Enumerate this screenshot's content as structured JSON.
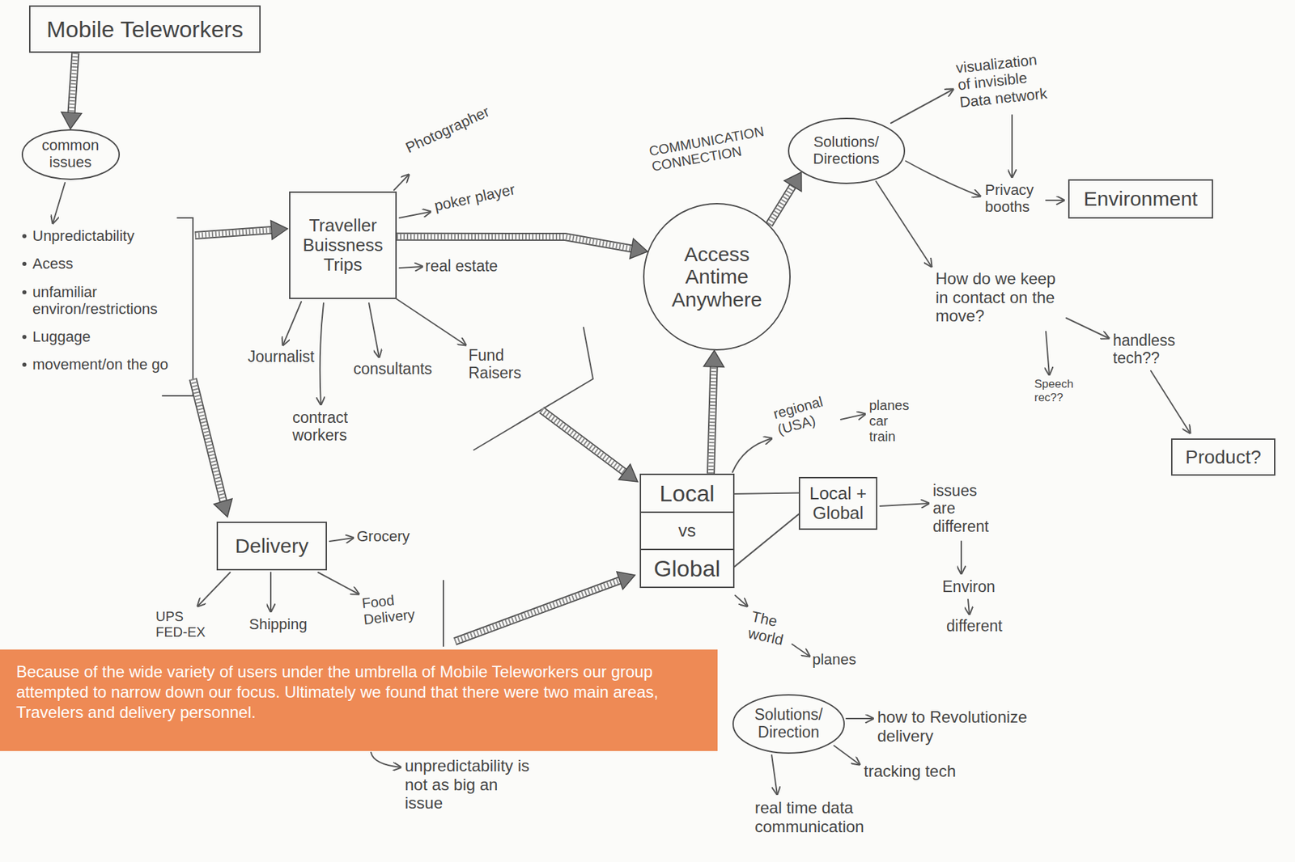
{
  "diagram": {
    "caption": "Because of the wide variety of users under the umbrella of Mobile Teleworkers our group attempted to narrow down our focus. Ultimately we found that there were two main areas, Travelers and delivery personnel.",
    "nodes": [
      {
        "text": [
          "Mobile Teleworkers"
        ]
      },
      {
        "text": [
          "common issues"
        ]
      },
      {
        "text": [
          "Traveller Buissness Trips"
        ]
      },
      {
        "text": [
          "Access Antime Anywhere"
        ]
      },
      {
        "text": [
          "Solutions/ Directions"
        ]
      },
      {
        "text": [
          "Environment"
        ]
      },
      {
        "text": [
          "Delivery"
        ]
      },
      {
        "text": [
          "vs"
        ]
      },
      {
        "text": [
          "Local"
        ],
        "in": 7
      },
      {
        "text": [
          "Global"
        ],
        "in": 7
      },
      {
        "text": [
          "Local + Global"
        ]
      },
      {
        "text": [
          "Product?"
        ]
      },
      {
        "text": [
          "Solutions/ Direction"
        ]
      }
    ],
    "edges": [
      {
        "from": 0,
        "to": 1,
        "arrow": "to"
      },
      {
        "from": 2,
        "to": 3,
        "arrow": "to"
      },
      {
        "from": 7,
        "to": 3,
        "arrow": "to"
      },
      {
        "from": 8,
        "to": 10,
        "arrow": "none"
      },
      {
        "from": 9,
        "to": 10,
        "arrow": "none"
      },
      {
        "from": 3,
        "to": 4,
        "arrow": "to"
      }
    ],
    "labels": [
      "Unpredictability",
      "Acess",
      "unfamiliar environ/restrictions",
      "Luggage",
      "movement/on the go",
      "Photographer",
      "poker player",
      "real estate",
      "Journalist",
      "contract workers",
      "consultants",
      "Fund Raisers",
      "Grocery",
      "UPS FED-EX",
      "Shipping",
      "Food Delivery",
      "COMMUNICATION CONNECTION",
      "visualization of invisible Data network",
      "Privacy booths",
      "How do we keep in contact on the move?",
      "handless tech??",
      "Speech rec??",
      "regional (USA)",
      "planes car train",
      "issues are different",
      "Environ",
      "different",
      "The world",
      "planes",
      "how to Revolutionize delivery",
      "tracking tech",
      "real time data communication",
      "unpredictability is not as big an issue"
    ]
  }
}
